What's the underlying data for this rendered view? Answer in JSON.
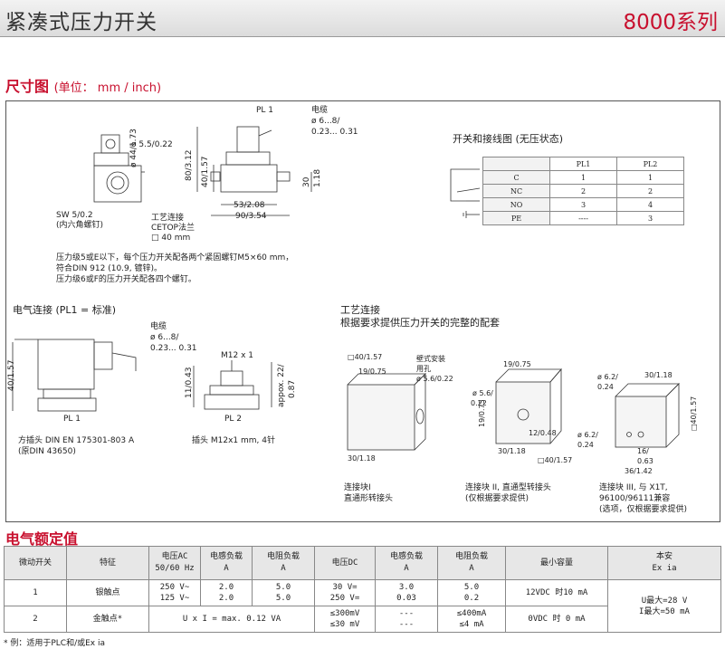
{
  "header": {
    "title": "紧凑式压力开关",
    "series": "8000系列"
  },
  "dimensions": {
    "title": "尺寸图",
    "unit": "(单位： mm / inch)"
  },
  "top_left": {
    "cable": "电缆",
    "cable_dia": "ø 6...8/",
    "cable_dia2": "0.23... 0.31",
    "pl1": "PL 1",
    "hole": "ø 5.5/0.22",
    "d44": "ø 44/1.73",
    "sw": "SW 5/0.2",
    "sw_note": "(内六角螺钉)",
    "h80": "80/3.12",
    "h40": "40/1.57",
    "h30": "30",
    "h118": "1.18",
    "w53": "53/2.08",
    "w90": "90/3.54",
    "process": "工艺连接",
    "cetop": "CETOP法兰",
    "sq40": "40 mm",
    "note1": "压力级5或E以下，每个压力开关配各两个紧固螺钉M5×60 mm，",
    "note2": "符合DIN 912 (10.9, 镀锌)。",
    "note3": "压力级6或F的压力开关配各四个螺钉。"
  },
  "wiring": {
    "title": "开关和接线图 (无压状态)",
    "headers": [
      "PL1",
      "PL2"
    ],
    "rows": [
      {
        "k": "C",
        "pl1": "1",
        "pl2": "1"
      },
      {
        "k": "NC",
        "pl1": "2",
        "pl2": "2"
      },
      {
        "k": "NO",
        "pl1": "3",
        "pl2": "4"
      },
      {
        "k": "PE",
        "pl1": "----",
        "pl2": "3"
      }
    ]
  },
  "elec": {
    "title": "电气连接 (PL1 = 标准)",
    "cable": "电缆",
    "cable_dia": "ø 6...8/",
    "cable_dia2": "0.23... 0.31",
    "h40": "40/1.57",
    "m12": "M12 x 1",
    "h11": "11/0.43",
    "approx": "appox. 22/",
    "approx2": "0.87",
    "pl1": "PL 1",
    "pl2": "PL 2",
    "plug1": "方插头 DIN EN 175301-803 A",
    "plug1b": "(原DIN 43650)",
    "plug2": "插头 M12x1 mm, 4针"
  },
  "process_conn": {
    "title": "工艺连接",
    "subtitle": "根据要求提供压力开关的完整的配套",
    "b1_d40": "40/1.57",
    "b1_d19": "19/0.75",
    "b1_wall": "壁式安装",
    "b1_hole": "用孔",
    "b1_hole_d": "ø 5.6/0.22",
    "b1_w30": "30/1.18",
    "b1_cap1": "连接块I",
    "b1_cap2": "直通形转接头",
    "b2_d19": "19/0.75",
    "b2_hole": "ø 5.6/",
    "b2_hole2": "0.22",
    "b2_h19": "19/0.75",
    "b2_12": "12/0.48",
    "b2_w30": "30/1.18",
    "b2_d40": "40/1.57",
    "b2_cap1": "连接块 II, 直通型转接头",
    "b2_cap2": "(仅根据要求提供)",
    "b3_d62": "ø 6.2/",
    "b3_d62b": "0.24",
    "b3_w30": "30/1.18",
    "b3_h40": "40/1.57",
    "b3_d62c": "ø 6.2/",
    "b3_d62d": "0.24",
    "b3_16": "16/",
    "b3_063": "0.63",
    "b3_36": "36/1.42",
    "b3_cap1": "连接块 III, 与 X1T,",
    "b3_cap2": "96100/96111兼容",
    "b3_cap3": "(选项，仅根据要求提供)"
  },
  "ratings": {
    "title": "电气额定值",
    "headers": {
      "switch": "微动开关",
      "feature": "特征",
      "vac": "电压AC",
      "vac2": "50/60 Hz",
      "ind_ac": "电感负载",
      "ind_ac2": "A",
      "res_ac": "电阻负载",
      "res_ac2": "A",
      "vdc": "电压DC",
      "ind_dc": "电感负载",
      "ind_dc2": "A",
      "res_dc": "电阻负载",
      "res_dc2": "A",
      "min": "最小容量",
      "exia": "本安",
      "exia2": "Ex ia"
    },
    "row1": {
      "switch": "1",
      "feature": "银触点",
      "vac": "250 V~",
      "vac2": "125 V~",
      "ind_ac": "2.0",
      "ind_ac2": "2.0",
      "res_ac": "5.0",
      "res_ac2": "5.0",
      "vdc": "30 V=",
      "vdc2": "250 V=",
      "ind_dc": "3.0",
      "ind_dc2": "0.03",
      "res_dc": "5.0",
      "res_dc2": "0.2",
      "min": "12VDC 时10 mA",
      "exia": "U最大=28 V",
      "exia2": "I最大=50 mA"
    },
    "row2": {
      "switch": "2",
      "feature": "金触点*",
      "ac_span": "U x I = max. 0.12 VA",
      "vdc": "≤300mV",
      "vdc2": "≤30 mV",
      "ind_dc": "---",
      "ind_dc2": "---",
      "res_dc": "≤400mA",
      "res_dc2": "≤4  mA",
      "min": "0VDC 时 0 mA"
    },
    "footnote": "* 例：适用于PLC和/或Ex ia"
  }
}
